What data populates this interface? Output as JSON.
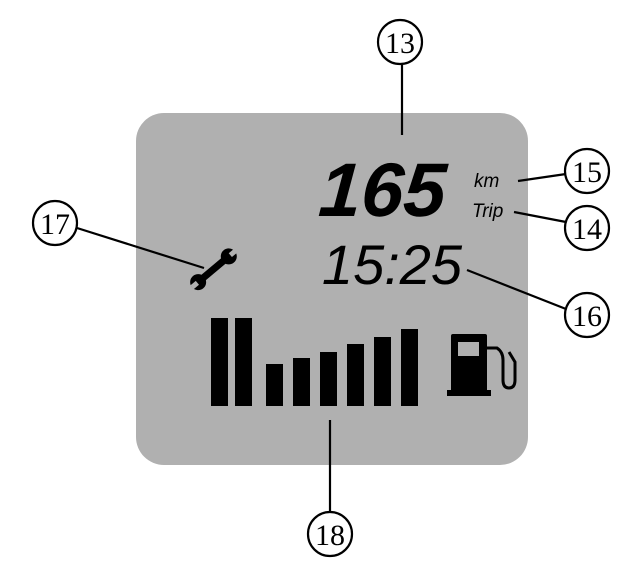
{
  "display": {
    "panel_color": "#b0b0b0",
    "segment_color": "#000000",
    "odometer_value": "165",
    "odometer_unit": "km",
    "trip_label": "Trip",
    "clock_value": "15:25",
    "service_icon": "wrench-icon",
    "fuel_icon": "fuel-pump-icon",
    "fuel_gauge": {
      "segments_total": 8,
      "segments_lit": 8
    }
  },
  "callouts": {
    "odometer": "13",
    "trip": "14",
    "unit": "15",
    "clock": "16",
    "service": "17",
    "fuel_gauge": "18"
  }
}
